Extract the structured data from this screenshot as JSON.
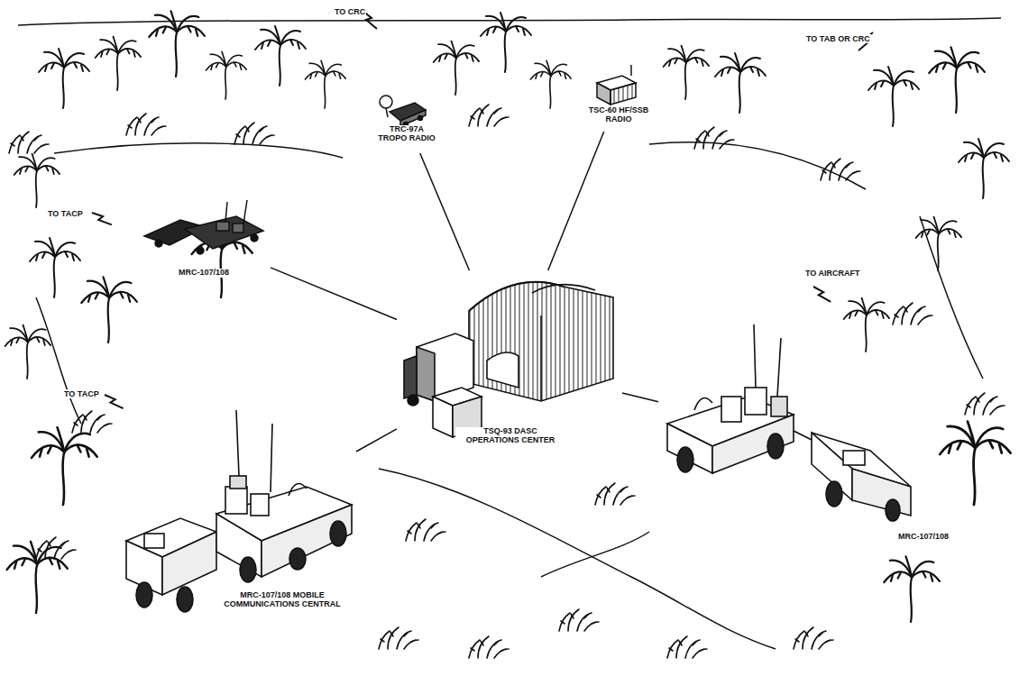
{
  "diagram": {
    "nodes": [
      {
        "text": [
          "TRC-97A TROPO RADIO"
        ]
      },
      {
        "text": [
          "TSC-60 HF/SSB RADIO"
        ]
      },
      {
        "text": [
          "MRC-107/108"
        ]
      },
      {
        "text": [
          "TSQ-93 DASC OPERATIONS CENTER"
        ]
      },
      {
        "text": [
          "MRC-107/108 MOBILE COMMUNICATIONS CENTRAL"
        ]
      },
      {
        "text": [
          "MRC-107/108"
        ]
      }
    ],
    "edges": [
      {
        "from": 3,
        "to": 0,
        "arrow": "none"
      },
      {
        "from": 3,
        "to": 1,
        "arrow": "none"
      },
      {
        "from": 3,
        "to": 2,
        "arrow": "none"
      },
      {
        "from": 3,
        "to": 4,
        "arrow": "none"
      },
      {
        "from": 3,
        "to": 5,
        "arrow": "none"
      }
    ],
    "labels": [
      "TO CRC",
      "TO TAB OR CRC",
      "TO TACP",
      "TO AIRCRAFT",
      "TO TACP"
    ]
  }
}
